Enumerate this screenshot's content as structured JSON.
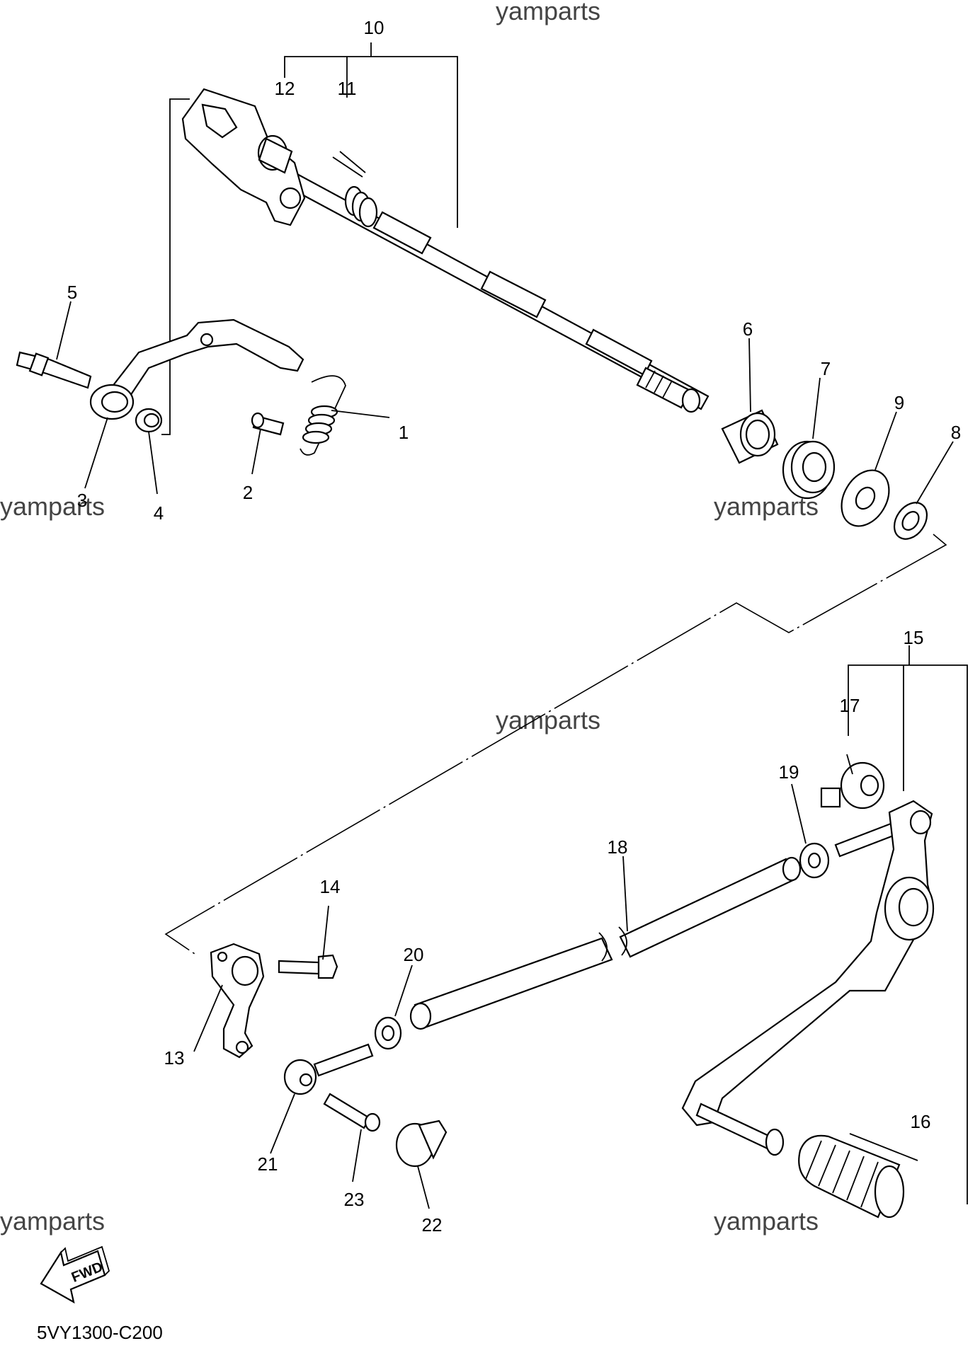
{
  "diagram_code": "5VY1300-C200",
  "watermark": "yamparts",
  "fwd_label": "FWD",
  "callouts": {
    "c1": "1",
    "c2": "2",
    "c3": "3",
    "c4": "4",
    "c5": "5",
    "c6": "6",
    "c7": "7",
    "c8": "8",
    "c9": "9",
    "c10": "10",
    "c11": "11",
    "c12": "12",
    "c13": "13",
    "c14": "14",
    "c15": "15",
    "c16": "16",
    "c17": "17",
    "c18": "18",
    "c19": "19",
    "c20": "20",
    "c21": "21",
    "c22": "22",
    "c23": "23"
  }
}
